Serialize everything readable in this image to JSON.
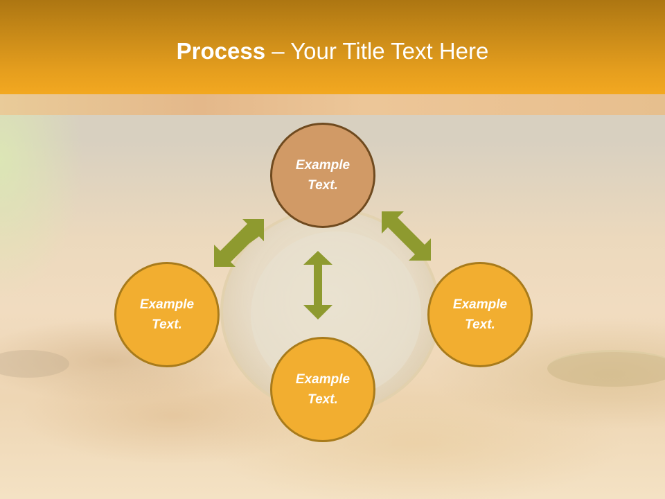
{
  "slide": {
    "title": {
      "bold": "Process",
      "rest": " – Your Title Text Here"
    },
    "colors": {
      "header_top": "#ad7612",
      "header_bottom": "#f3a820",
      "top_node_fill": "#d19a66",
      "top_node_border": "#6f4a1f",
      "node_fill": "#f2ae30",
      "node_border": "#a87b1b",
      "arrow": "#8e9a2f"
    },
    "nodes": [
      {
        "position": "top",
        "line1": "Example",
        "line2": "Text."
      },
      {
        "position": "left",
        "line1": "Example",
        "line2": "Text."
      },
      {
        "position": "right",
        "line1": "Example",
        "line2": "Text."
      },
      {
        "position": "bottom",
        "line1": "Example",
        "line2": "Text."
      }
    ],
    "arrows": [
      {
        "name": "top-left",
        "from": "top",
        "to": "left",
        "direction": "bidirectional"
      },
      {
        "name": "top-right",
        "from": "top",
        "to": "right",
        "direction": "bidirectional"
      },
      {
        "name": "center-vertical",
        "from": "top",
        "to": "bottom",
        "direction": "bidirectional"
      }
    ]
  }
}
